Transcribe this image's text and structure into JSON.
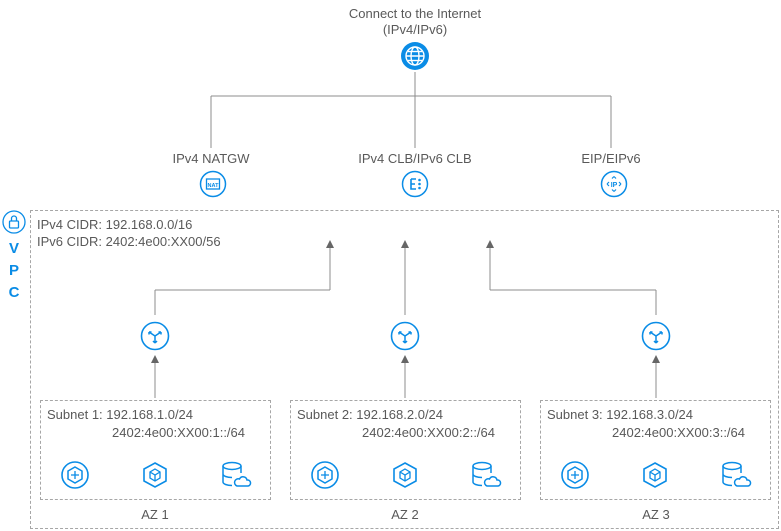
{
  "internet": {
    "line1": "Connect to the Internet",
    "line2": "(IPv4/IPv6)"
  },
  "gateways": [
    {
      "label": "IPv4 NATGW",
      "icon": "nat-gateway-icon"
    },
    {
      "label": "IPv4 CLB/IPv6 CLB",
      "icon": "load-balancer-icon"
    },
    {
      "label": "EIP/EIPv6",
      "icon": "eip-icon"
    }
  ],
  "vpc": {
    "letters": [
      "V",
      "P",
      "C"
    ],
    "ipv4_cidr": "IPv4 CIDR: 192.168.0.0/16",
    "ipv6_cidr": "IPv6 CIDR: 2402:4e00:XX00/56"
  },
  "subnets": [
    {
      "line1": "Subnet 1: 192.168.1.0/24",
      "line2": "2402:4e00:XX00:1::/64",
      "az": "AZ 1"
    },
    {
      "line1": "Subnet 2: 192.168.2.0/24",
      "line2": "2402:4e00:XX00:2::/64",
      "az": "AZ 2"
    },
    {
      "line1": "Subnet 3: 192.168.3.0/24",
      "line2": "2402:4e00:XX00:3::/64",
      "az": "AZ 3"
    }
  ],
  "colors": {
    "accent": "#0a8ce6",
    "line": "#808080",
    "dashed": "#a6a6a6",
    "text": "#595959"
  }
}
